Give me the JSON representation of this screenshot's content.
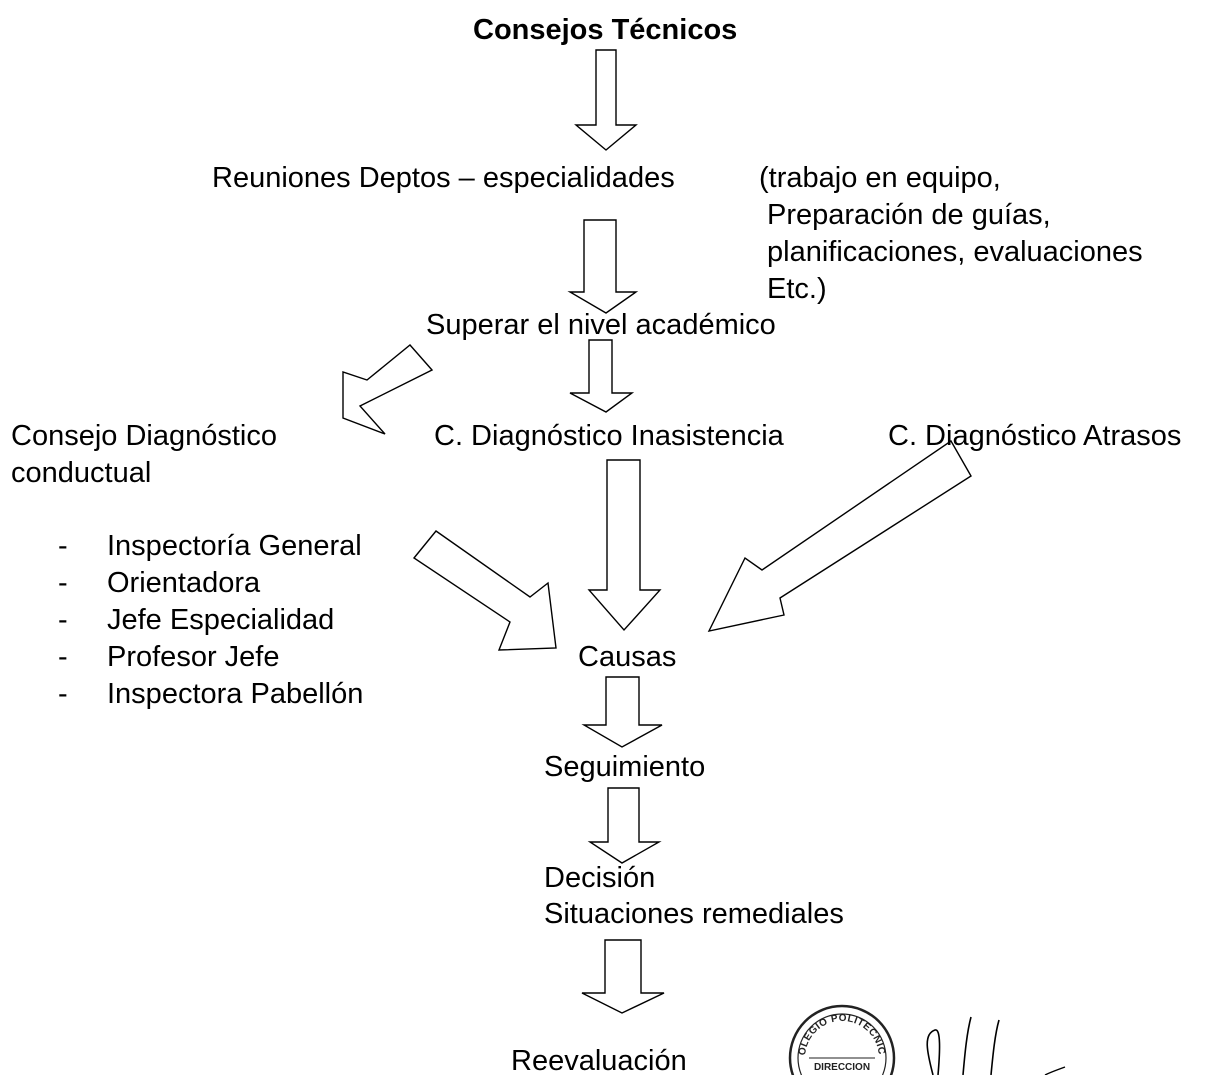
{
  "title": "Consejos Técnicos",
  "nodes": {
    "reuniones": "Reuniones Deptos – especialidades",
    "note_lines": [
      "(trabajo en equipo,",
      "Preparación de guías,",
      "planificaciones, evaluaciones",
      "Etc.)"
    ],
    "superar": "Superar el nivel académico",
    "consejo_conductual_lines": [
      "Consejo Diagnóstico",
      "conductual"
    ],
    "inasistencia": "C. Diagnóstico Inasistencia",
    "atrasos": "C. Diagnóstico Atrasos",
    "causas": "Causas",
    "seguimiento": "Seguimiento",
    "decision": "Decisión",
    "remediales": "Situaciones remediales",
    "reevaluacion": "Reevaluación"
  },
  "members_dash": "-",
  "members": [
    "Inspectoría General",
    "Orientadora",
    "Jefe Especialidad",
    "Profesor Jefe",
    "Inspectora Pabellón"
  ],
  "stamp": {
    "top_text": "COLEGIO POLITECNICO",
    "center_text": "DIRECCION"
  },
  "colors": {
    "ink": "#000000",
    "background": "#ffffff",
    "stamp": "#222222"
  }
}
